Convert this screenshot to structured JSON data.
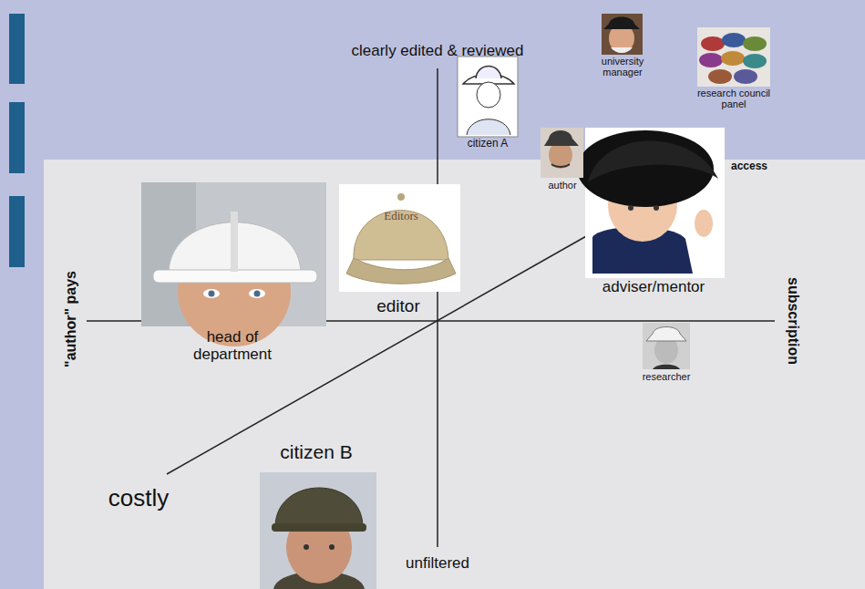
{
  "diagram": {
    "labels": [
      "clearly edited & reviewed",
      "university manager",
      "research council panel",
      "citizen A",
      "author",
      "access",
      "Editors",
      "adviser/mentor",
      "head of department",
      "editor",
      "\"author\" pays",
      "subscription",
      "researcher",
      "costly",
      "citizen B",
      "unfiltered"
    ]
  }
}
